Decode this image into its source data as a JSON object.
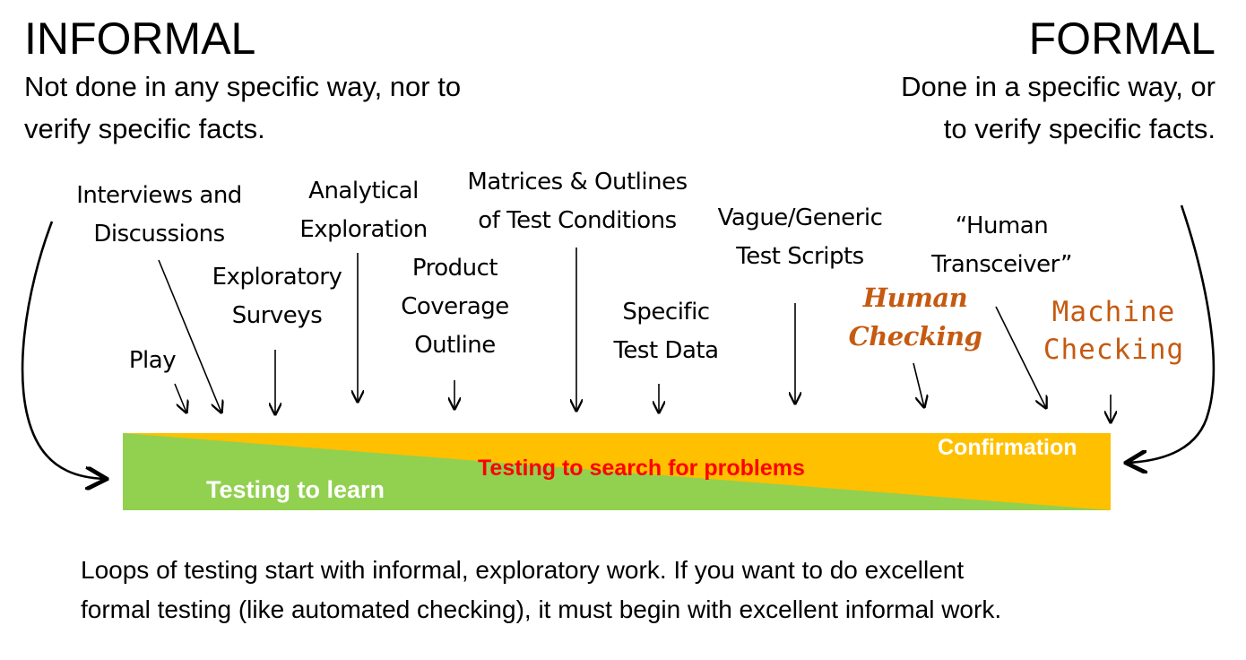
{
  "left": {
    "title": "INFORMAL",
    "line1": "Not done in any specific way, nor to",
    "line2": "verify specific facts."
  },
  "right": {
    "title": "FORMAL",
    "line1": "Done in a specific way, or",
    "line2": "to verify specific facts."
  },
  "activities": [
    {
      "lines": [
        "Play"
      ]
    },
    {
      "lines": [
        "Interviews and",
        "Discussions"
      ]
    },
    {
      "lines": [
        "Exploratory",
        "Surveys"
      ]
    },
    {
      "lines": [
        "Analytical",
        "Exploration"
      ]
    },
    {
      "lines": [
        "Product",
        "Coverage",
        "Outline"
      ]
    },
    {
      "lines": [
        "Matrices & Outlines",
        "of Test Conditions"
      ]
    },
    {
      "lines": [
        "Specific",
        "Test Data"
      ]
    },
    {
      "lines": [
        "Vague/Generic",
        "Test Scripts"
      ]
    },
    {
      "lines": [
        "Human",
        "Checking"
      ]
    },
    {
      "lines": [
        "“Human",
        "Transceiver”"
      ]
    },
    {
      "lines": [
        "Machine",
        "Checking"
      ]
    }
  ],
  "band": {
    "learn": "Testing to learn",
    "search": "Testing to search for problems",
    "confirm": "Confirmation",
    "colors": {
      "green": "#92d050",
      "orange": "#ffc000",
      "search_text": "#ff0000",
      "label_white": "#ffffff"
    }
  },
  "footer": {
    "line1": "Loops of testing start with informal, exploratory work. If you want to do excellent",
    "line2": "formal testing (like automated checking), it must begin with excellent informal work."
  },
  "accent_color": "#c55a11"
}
